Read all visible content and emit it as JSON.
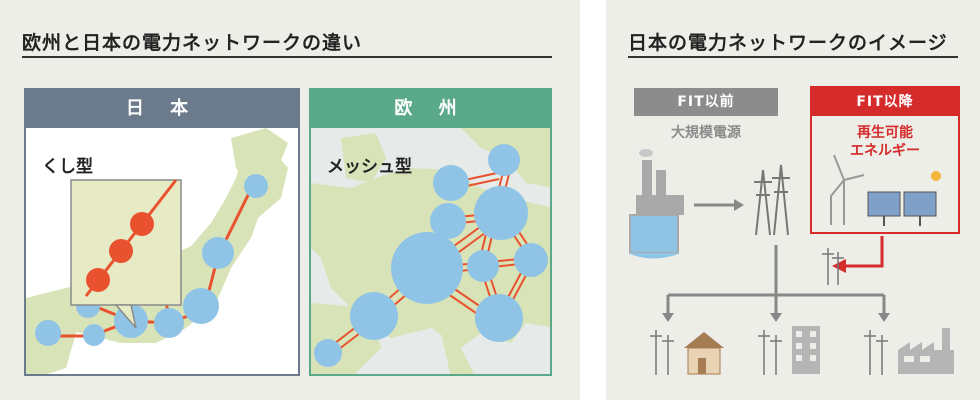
{
  "left": {
    "title": "欧州と日本の電力ネットワークの違い",
    "japan": {
      "header": "日 本",
      "label": "くし型"
    },
    "europe": {
      "header": "欧 州",
      "label": "メッシュ型"
    }
  },
  "right": {
    "title": "日本の電力ネットワークのイメージ",
    "before_fit": {
      "tag": "FIT以前",
      "label": "大規模電源"
    },
    "after_fit": {
      "tag": "FIT以降",
      "label_line1": "再生可能",
      "label_line2": "エネルギー"
    }
  },
  "colors": {
    "node": "#8fc4e6",
    "line": "#e8522f",
    "land": "#d9e3b8",
    "sea": "#e6ebea",
    "jp_header": "#6b7b8b",
    "eu_header": "#5aa98a",
    "fit_red": "#d52b2b"
  }
}
